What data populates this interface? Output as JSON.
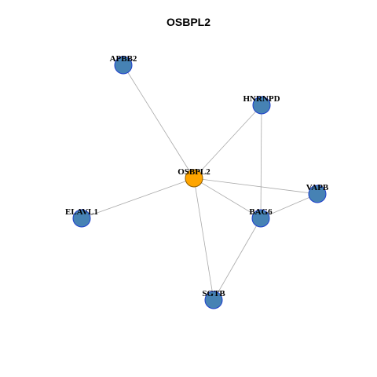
{
  "title": "OSBPL2",
  "graph": {
    "colors": {
      "center_fill": "#FFA500",
      "center_stroke": "#8B5A00",
      "node_fill": "#4682B4",
      "node_stroke": "#1E3FCC",
      "edge": "#A9A9A9"
    },
    "nodes": [
      {
        "id": "OSBPL2",
        "label": "OSBPL2",
        "role": "center"
      },
      {
        "id": "APBB2",
        "label": "APBB2",
        "role": "neighbor"
      },
      {
        "id": "HNRNPD",
        "label": "HNRNPD",
        "role": "neighbor"
      },
      {
        "id": "VAPB",
        "label": "VAPB",
        "role": "neighbor"
      },
      {
        "id": "BAG6",
        "label": "BAG6",
        "role": "neighbor"
      },
      {
        "id": "ELAVL1",
        "label": "ELAVL1",
        "role": "neighbor"
      },
      {
        "id": "SGTB",
        "label": "SGTB",
        "role": "neighbor"
      }
    ],
    "edges": [
      [
        "OSBPL2",
        "APBB2"
      ],
      [
        "OSBPL2",
        "HNRNPD"
      ],
      [
        "OSBPL2",
        "VAPB"
      ],
      [
        "OSBPL2",
        "BAG6"
      ],
      [
        "OSBPL2",
        "ELAVL1"
      ],
      [
        "OSBPL2",
        "SGTB"
      ],
      [
        "HNRNPD",
        "BAG6"
      ],
      [
        "BAG6",
        "VAPB"
      ],
      [
        "BAG6",
        "SGTB"
      ]
    ]
  }
}
